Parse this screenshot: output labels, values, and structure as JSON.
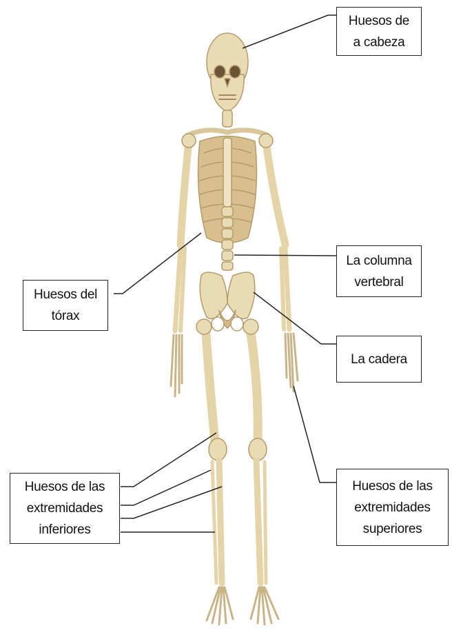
{
  "labels": {
    "head": "Huesos de\na cabeza",
    "spine": "La columna\nvertebral",
    "thorax": "Huesos del\ntórax",
    "hip": "La cadera",
    "lower_limbs": "Huesos de las\nextremidades\ninferiores",
    "upper_limbs": "Huesos de las\nextremidades\nsuperiores"
  },
  "colors": {
    "bone": "#e9dcb4",
    "bone_shade": "#c9b487",
    "bone_dark": "#8a6a3e",
    "line": "#222222"
  }
}
